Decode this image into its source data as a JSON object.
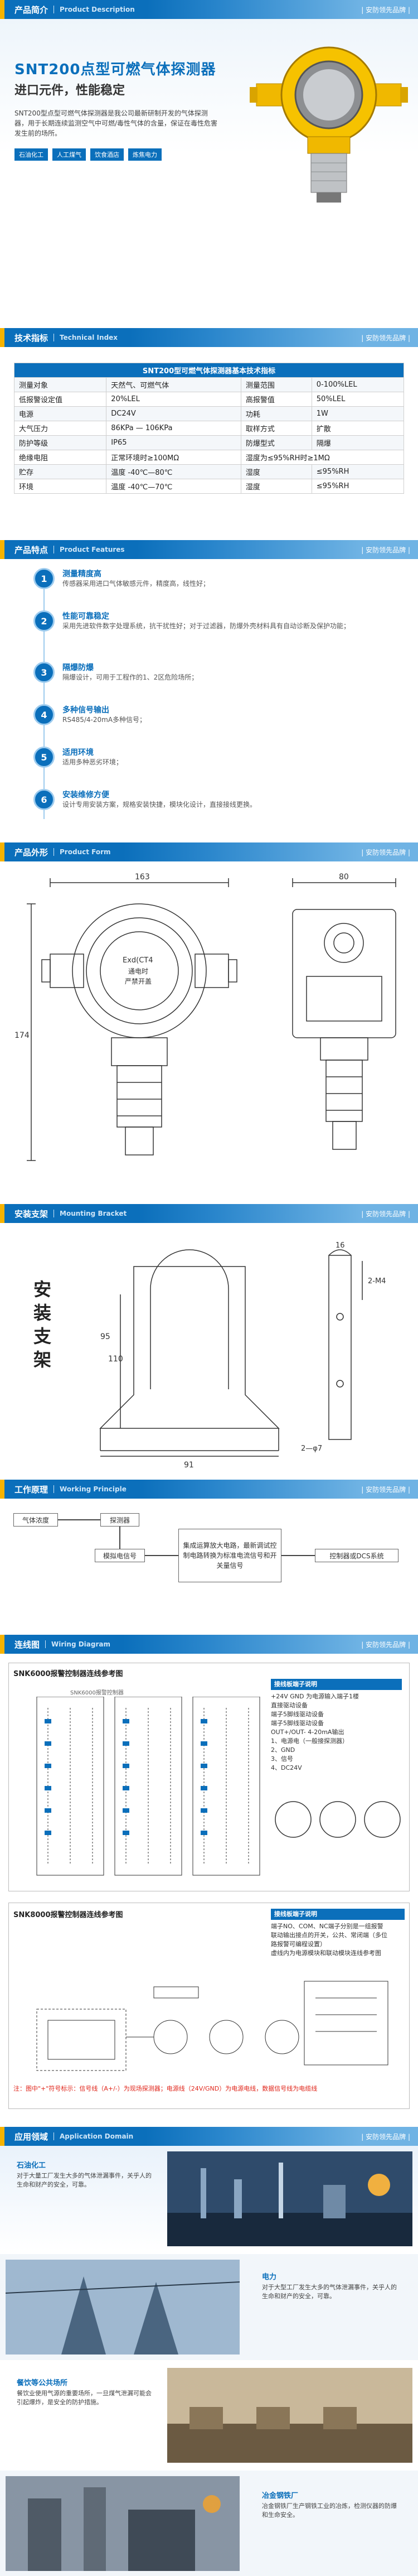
{
  "sections": {
    "intro": {
      "label": "产品简介",
      "en": "Product Description",
      "brand": "| 安防领先品牌 |"
    },
    "tech": {
      "label": "技术指标",
      "en": "Technical Index",
      "brand": "| 安防领先品牌 |"
    },
    "features": {
      "label": "产品特点",
      "en": "Product Features",
      "brand": "| 安防领先品牌 |"
    },
    "form": {
      "label": "产品外形",
      "en": "Product Form",
      "brand": "| 安防领先品牌 |"
    },
    "bracket": {
      "label": "安装支架",
      "en": "Mounting Bracket",
      "brand": "| 安防领先品牌 |"
    },
    "principle": {
      "label": "工作原理",
      "en": "Working Principle",
      "brand": "| 安防领先品牌 |"
    },
    "wiring": {
      "label": "连线图",
      "en": "Wiring Diagram",
      "brand": "| 安防领先品牌 |"
    },
    "app": {
      "label": "应用领域",
      "en": "Application Domain",
      "brand": "| 安防领先品牌 |"
    }
  },
  "intro": {
    "title": "SNT200点型可燃气体探测器",
    "subtitle": "进口元件，性能稳定",
    "desc": "SNT200型点型可燃气体探测器是我公司最新研制开发的气体探测器，用于长期连续监测空气中可燃/毒性气体的含量，保证在毒性危害发生前的场所。",
    "tags": [
      "石油化工",
      "人工煤气",
      "饮食酒店",
      "炼焦电力"
    ]
  },
  "tech": {
    "table_title": "SNT200型可燃气体探测器基本技术指标",
    "rows": [
      [
        "测量对象",
        "天然气、可燃气体",
        "测量范围",
        "0-100%LEL"
      ],
      [
        "低报警设定值",
        "20%LEL",
        "高报警值",
        "50%LEL"
      ],
      [
        "电源",
        "DC24V",
        "功耗",
        "1W"
      ],
      [
        "大气压力",
        "86KPa — 106KPa",
        "取样方式",
        "扩散"
      ],
      [
        "防护等级",
        "IP65",
        "防爆型式",
        "隔爆"
      ],
      [
        "绝缘电阻",
        "正常环境时≥100MΩ",
        "湿度为≤95%RH时≥1MΩ",
        ""
      ],
      [
        "贮存",
        "温度 -40℃—80℃",
        "湿度",
        "≤95%RH"
      ],
      [
        "环境",
        "温度 -40℃—70℃",
        "湿度",
        "≤95%RH"
      ]
    ]
  },
  "features": [
    {
      "num": "1",
      "title": "测量精度高",
      "desc": "传感器采用进口气体敏感元件，精度高，线性好；"
    },
    {
      "num": "2",
      "title": "性能可靠稳定",
      "desc": "采用先进软件数字处理系统，抗干扰性好；对于过滤器，防爆外壳材料具有自动诊断及保护功能；"
    },
    {
      "num": "3",
      "title": "隔爆防爆",
      "desc": "隔爆设计，可用于工程作的1、2区危险场所；"
    },
    {
      "num": "4",
      "title": "多种信号输出",
      "desc": "RS485/4-20mA多种信号；"
    },
    {
      "num": "5",
      "title": "适用环境",
      "desc": "适用多种恶劣环境；"
    },
    {
      "num": "6",
      "title": "安装维修方便",
      "desc": "设计专用安装方案，规格安装快捷，模块化设计，直接接线更换。"
    }
  ],
  "form": {
    "dim_width_front": "163",
    "dim_height": "174",
    "dim_width_side": "80",
    "label_exd": "Exd(CT4",
    "label_note1": "通电时",
    "label_note2": "严禁开盖"
  },
  "bracket": {
    "title": "安装支架",
    "dim_height": "110",
    "dim_width": "91",
    "dim_base": "95",
    "dim_m": "2-M4",
    "dim_hole": "2—φ7",
    "dim_r": "16"
  },
  "principle": {
    "sensor": "气体浓度",
    "detector": "探测器",
    "convert": "模拟电信号",
    "process": "集成运算放大电路，最新调试控制电路转换为标准电流信号和开关量信号",
    "output": "控制器或DCS系统"
  },
  "wiring": {
    "a_title": "SNK6000报警控制器连线参考图",
    "a_sub": "SNK6000报警控制器",
    "a_note_title": "接线板端子说明",
    "a_notes": [
      "+24V GND 为电源输入端子1楼",
      "直接驱动设备",
      "端子5脚线驱动设备",
      "端子5脚线驱动设备",
      "OUT+/OUT- 4-20mA输出",
      "1、电源电（一般接探测器）",
      "2、GND",
      "3、信号",
      "4、DC24V"
    ],
    "b_title": "SNK8000报警控制器连线参考图",
    "b_note_title": "接线板端子说明",
    "b_notes": [
      "端子NO、COM、NC端子分别是一组报警",
      "联动输出接点的开关，公共、常闭端（多位",
      "路报警可编程设置）",
      "虚线内为电源模块和联动模块连线参考图"
    ],
    "footer": "注：图中\"+\"符号标示：信号线（A+/-）为现场探测器；电源线（24V/GND）为电源电线，数据信号线为电缆线"
  },
  "app": {
    "items": [
      {
        "label": "石油化工",
        "desc": "对于大量工厂发生大多的气体泄漏事件，关乎人的生命和财产的安全，可靠。"
      },
      {
        "label": "电力",
        "desc": "对于大型工厂发生大多的气体泄漏事件，关乎人的生命和财产的安全，可靠。"
      },
      {
        "label": "餐饮等公共场所",
        "desc": "餐饮业使用气源的重要场所，一旦煤气泄漏可能会引起爆炸，是安全的防护措施。"
      },
      {
        "label": "冶金钢铁厂",
        "desc": "冶金钢铁厂生产钢铁工业的冶炼，检测仪器的防爆和生命安全。"
      }
    ]
  }
}
